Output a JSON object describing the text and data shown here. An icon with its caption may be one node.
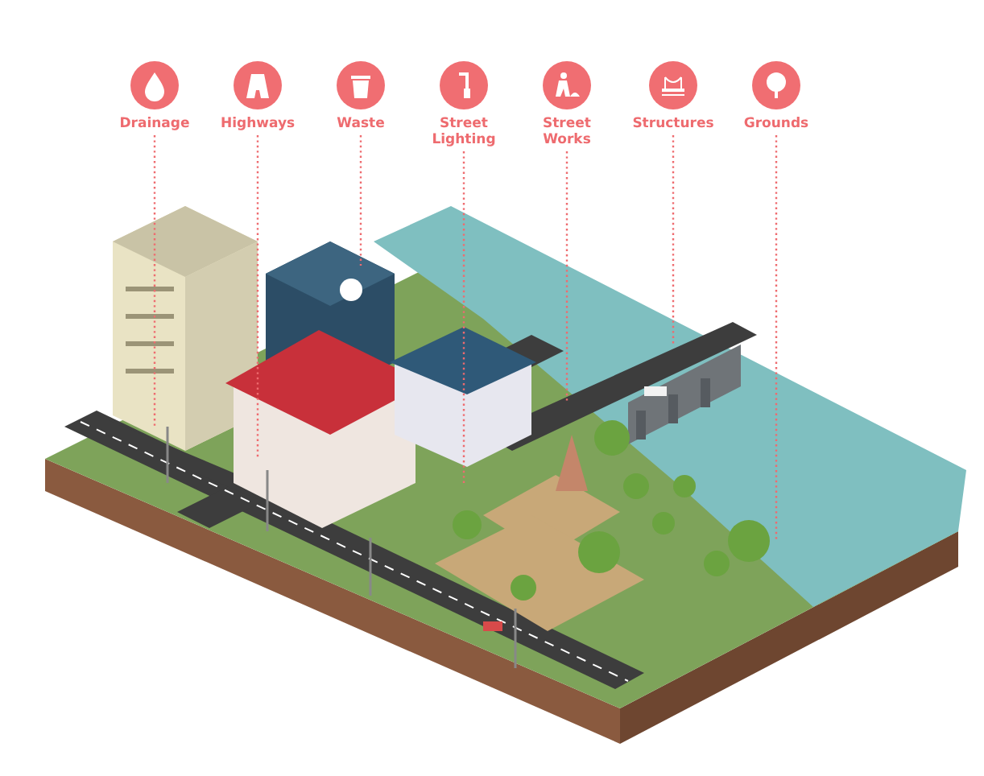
{
  "diagram": {
    "nodes": [
      {
        "text": [
          "Drainage"
        ]
      },
      {
        "text": [
          "Highways"
        ]
      },
      {
        "text": [
          "Waste"
        ]
      },
      {
        "text": [
          "Street Lighting"
        ]
      },
      {
        "text": [
          "Street Works"
        ]
      },
      {
        "text": [
          "Structures"
        ]
      },
      {
        "text": [
          "Grounds"
        ]
      }
    ],
    "edges": [
      {
        "from": 0,
        "to": null,
        "arrow": "none"
      },
      {
        "from": 1,
        "to": null,
        "arrow": "none"
      },
      {
        "from": 2,
        "to": null,
        "arrow": "none"
      },
      {
        "from": 3,
        "to": null,
        "arrow": "none"
      },
      {
        "from": 4,
        "to": null,
        "arrow": "none"
      },
      {
        "from": 5,
        "to": null,
        "arrow": "none"
      },
      {
        "from": 6,
        "to": null,
        "arrow": "none"
      }
    ]
  }
}
